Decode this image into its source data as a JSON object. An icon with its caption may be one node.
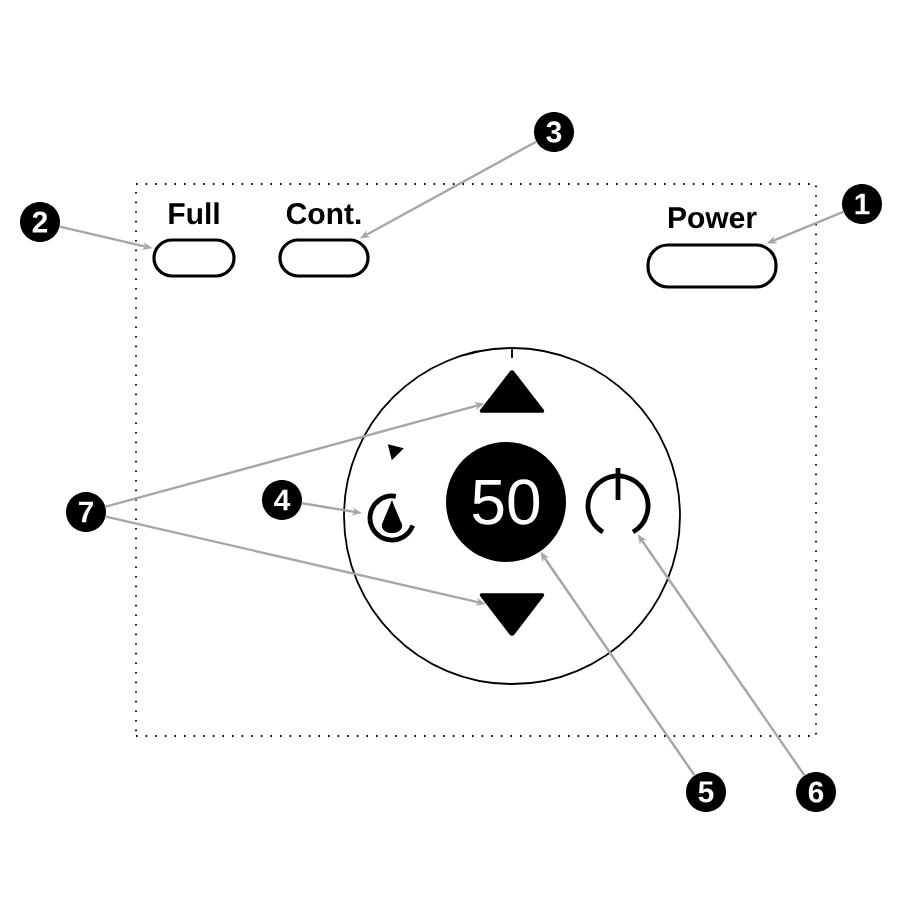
{
  "diagram": {
    "nodes": [
      {
        "text": [],
        "shape": "box"
      },
      {
        "text": [
          "Full"
        ],
        "in": 0
      },
      {
        "text": [
          "Cont."
        ],
        "in": 0
      },
      {
        "text": [
          "Power"
        ],
        "in": 0
      },
      {
        "text": [],
        "shape": "circle",
        "in": 0
      },
      {
        "text": [],
        "shape": "triangle",
        "in": 4
      },
      {
        "text": [],
        "shape": "picture",
        "in": 4
      },
      {
        "text": [
          "50"
        ],
        "in": 4
      },
      {
        "text": [],
        "shape": "picture",
        "in": 4
      },
      {
        "text": [],
        "shape": "triangle",
        "in": 4
      },
      {
        "text": [
          "1"
        ]
      },
      {
        "text": [
          "2"
        ]
      },
      {
        "text": [
          "3"
        ]
      },
      {
        "text": [
          "4"
        ],
        "in": 0
      },
      {
        "text": [
          "5"
        ]
      },
      {
        "text": [
          "6"
        ]
      },
      {
        "text": [
          "7"
        ]
      }
    ],
    "edges": [
      {
        "from": 10,
        "to": 3,
        "arrow": "to"
      },
      {
        "from": 11,
        "to": 1,
        "arrow": "to"
      },
      {
        "from": 12,
        "to": 2,
        "arrow": "to"
      },
      {
        "from": 13,
        "to": 6,
        "arrow": "to"
      },
      {
        "from": 14,
        "to": 7,
        "arrow": "to"
      },
      {
        "from": 15,
        "to": 8,
        "arrow": "to"
      },
      {
        "from": 16,
        "to": 5,
        "arrow": "to"
      },
      {
        "from": 16,
        "to": 9,
        "arrow": "to"
      }
    ]
  }
}
